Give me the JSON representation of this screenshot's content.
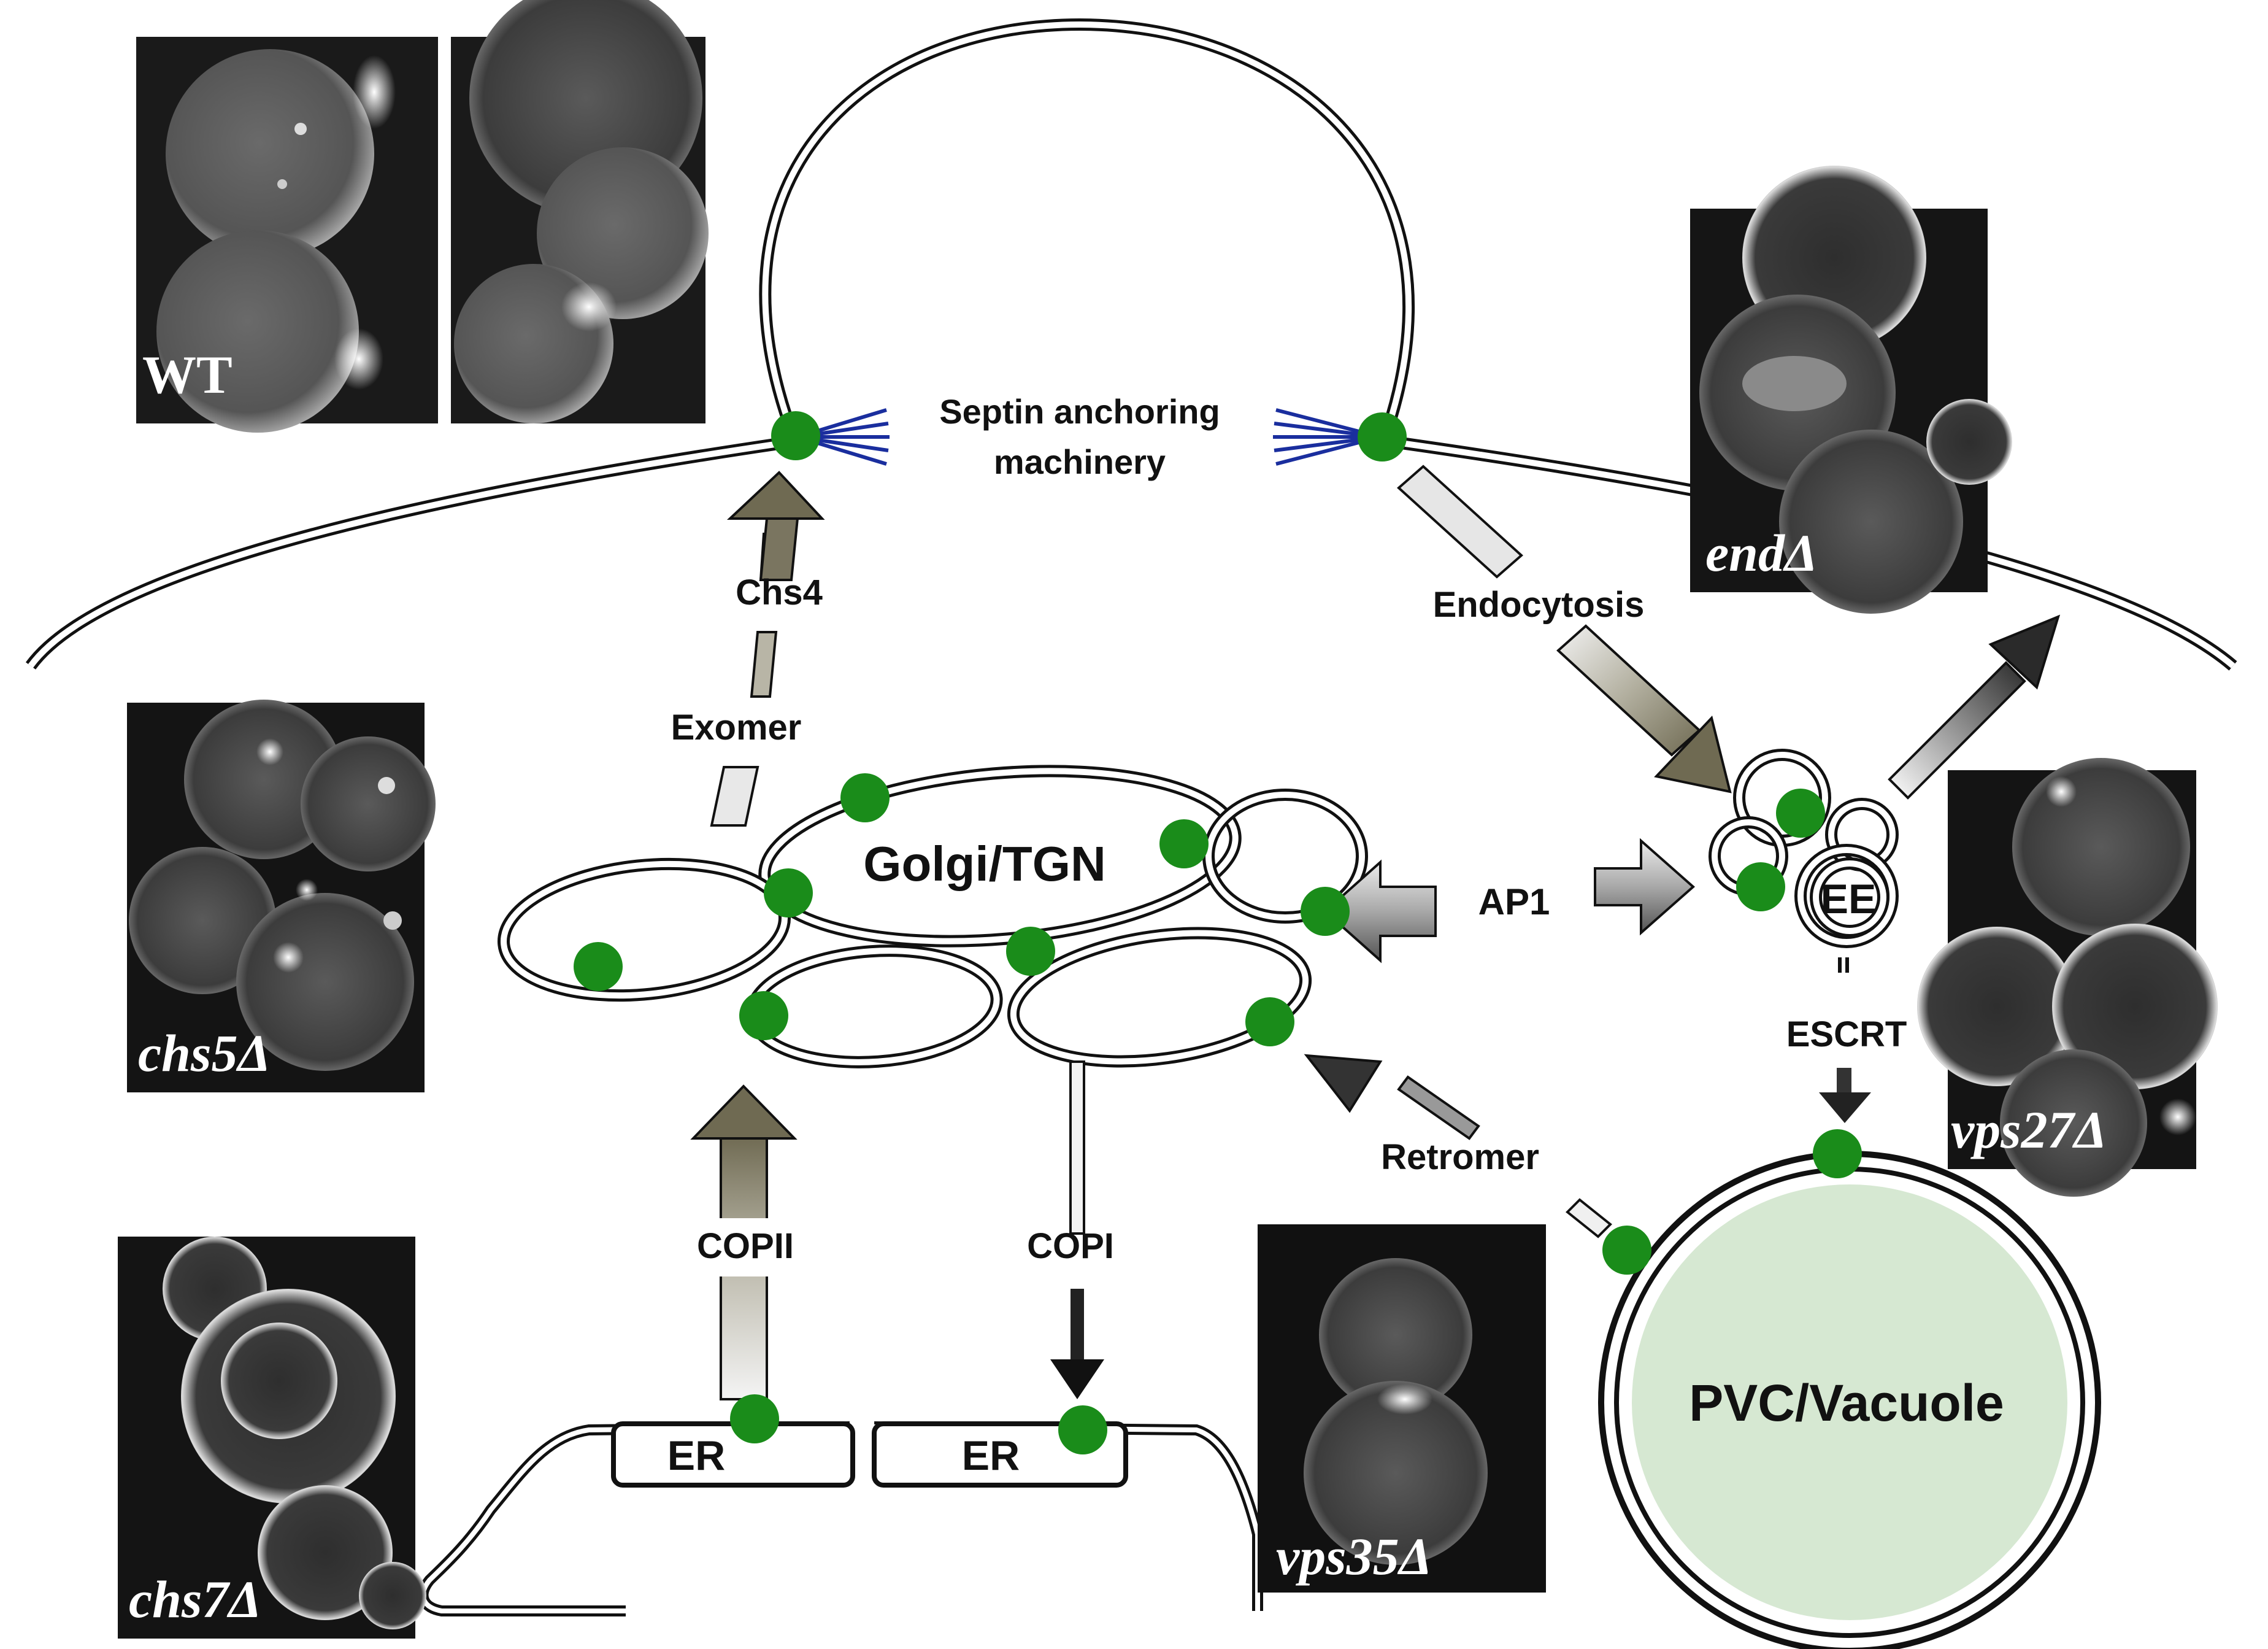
{
  "labels": {
    "septin": [
      "Septin anchoring",
      "machinery"
    ],
    "chs4": "Chs4",
    "exomer": "Exomer",
    "golgi": "Golgi/TGN",
    "ap1": "AP1",
    "endocytosis": "Endocytosis",
    "ee": "EE",
    "escrt": "ESCRT",
    "retromer": "Retromer",
    "copii": "COPII",
    "copi": "COPI",
    "er": "ER",
    "pvc": "PVC/Vacuole"
  },
  "micrographs": {
    "wt": "WT",
    "end": "endΔ",
    "chs5": "chs5Δ",
    "chs7": "chs7Δ",
    "vps35": "vps35Δ",
    "vps27": "vps27Δ"
  },
  "colors": {
    "marker": "#1a8c1a",
    "septin": "#1a2e9e",
    "vacuole": "#d6e8d2",
    "arrow_olive": "#7a7560",
    "arrow_dark": "#333333"
  }
}
